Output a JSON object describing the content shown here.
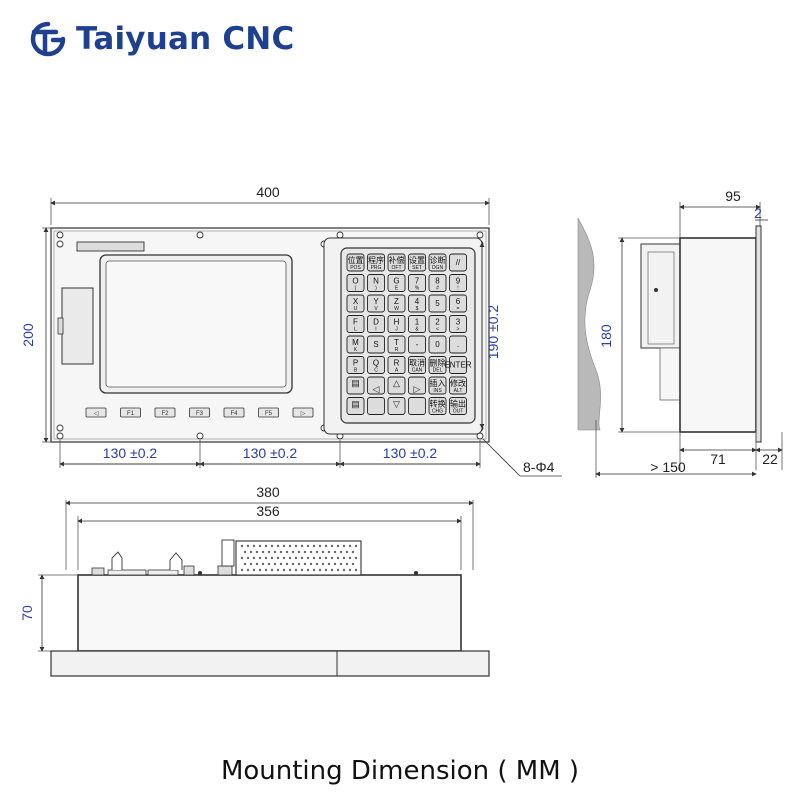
{
  "brand": {
    "name": "Taiyuan CNC",
    "logo_icon": "tc-monogram-icon",
    "color": "#1f3f8f"
  },
  "caption": "Mounting Dimension ( MM )",
  "dimensions": {
    "front_width": "400",
    "front_height": "200",
    "keypad_height": "190 ±0.2",
    "hole_spacing_1": "130 ±0.2",
    "hole_spacing_2": "130 ±0.2",
    "hole_spacing_3": "130 ±0.2",
    "holes": "8-Φ4",
    "side_depth_total": "95",
    "side_thickness": "2",
    "side_height": "180",
    "side_body_depth": "71",
    "side_front_depth": "22",
    "side_clearance": "> 150",
    "top_width_outer": "380",
    "top_width_inner": "356",
    "top_height": "70"
  },
  "front_panel": {
    "function_keys": [
      "◁",
      "F1",
      "F2",
      "F3",
      "F4",
      "F5",
      "▷"
    ],
    "keypad_rows": [
      [
        {
          "t": "位置",
          "s": "POS"
        },
        {
          "t": "程序",
          "s": "PRG"
        },
        {
          "t": "补偿",
          "s": "OFT"
        },
        {
          "t": "设置",
          "s": "SET"
        },
        {
          "t": "诊断",
          "s": "DGN"
        },
        {
          "t": "//",
          "s": ""
        }
      ],
      [
        {
          "t": "O",
          "s": "("
        },
        {
          "t": "N",
          "s": ")"
        },
        {
          "t": "G",
          "s": "E"
        },
        {
          "t": "7",
          "s": "%"
        },
        {
          "t": "8",
          "s": "#"
        },
        {
          "t": "9",
          "s": "!"
        }
      ],
      [
        {
          "t": "X",
          "s": "U"
        },
        {
          "t": "Y",
          "s": "V"
        },
        {
          "t": "Z",
          "s": "W"
        },
        {
          "t": "4",
          "s": "$"
        },
        {
          "t": "5",
          "s": ""
        },
        {
          "t": "6",
          "s": "="
        }
      ],
      [
        {
          "t": "F",
          "s": "L"
        },
        {
          "t": "D",
          "s": "I"
        },
        {
          "t": "H",
          "s": "J"
        },
        {
          "t": "1",
          "s": "&"
        },
        {
          "t": "2",
          "s": "<"
        },
        {
          "t": "3",
          "s": ">"
        }
      ],
      [
        {
          "t": "M",
          "s": "K"
        },
        {
          "t": "S",
          "s": ""
        },
        {
          "t": "T",
          "s": "R"
        },
        {
          "t": "-",
          "s": ""
        },
        {
          "t": "0",
          "s": ""
        },
        {
          "t": ".",
          "s": ""
        }
      ],
      [
        {
          "t": "P",
          "s": "B"
        },
        {
          "t": "Q",
          "s": "C"
        },
        {
          "t": "R",
          "s": "A"
        },
        {
          "t": "取消",
          "s": "CAN"
        },
        {
          "t": "删除",
          "s": "DEL"
        },
        {
          "t": "ENTER",
          "s": ""
        }
      ]
    ],
    "keypad_bottom": [
      [
        {
          "t": "",
          "s": ""
        },
        {
          "t": "",
          "s": ""
        },
        {
          "t": "",
          "s": ""
        },
        {
          "t": "",
          "s": ""
        },
        {
          "t": "插入",
          "s": "INS"
        },
        {
          "t": "修改",
          "s": "ALT"
        }
      ],
      [
        {
          "t": "",
          "s": ""
        },
        {
          "t": "",
          "s": ""
        },
        {
          "t": "",
          "s": ""
        },
        {
          "t": "",
          "s": ""
        },
        {
          "t": "转换",
          "s": "CHG"
        },
        {
          "t": "输出",
          "s": "OUT"
        }
      ]
    ]
  },
  "colors": {
    "dimension": "#2c3ea0",
    "line": "#333333",
    "panel_fill": "#f4f4f4",
    "screen_fill": "#f0f0f0",
    "key_fill": "#e4e4e4",
    "side_fill": "#b8b8b8"
  }
}
